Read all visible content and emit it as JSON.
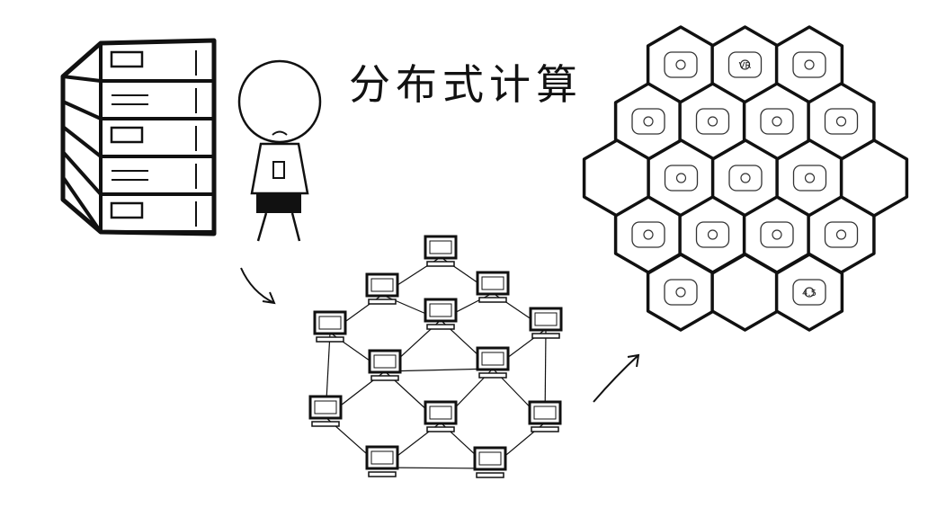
{
  "title": "分布式计算",
  "colors": {
    "ink": "#111111",
    "background": "#ffffff"
  },
  "sections": {
    "server": "server-rack-icon",
    "person": "person-with-phone-icon",
    "network": "peer-to-peer-computer-network",
    "devices": "wearable-device-hexagon-grid"
  },
  "devices": [
    {
      "icon": "smart-glasses-icon"
    },
    {
      "icon": "vr-headset-icon",
      "label": "VR"
    },
    {
      "icon": "action-camera-icon"
    },
    {
      "icon": "fitness-band-icon"
    },
    {
      "icon": "clip-tracker-icon"
    },
    {
      "icon": "bluetooth-headset-icon"
    },
    {
      "icon": "sport-glasses-icon"
    },
    {
      "icon": "empty"
    },
    {
      "icon": "earbuds-icon"
    },
    {
      "icon": "smart-shirt-icon"
    },
    {
      "icon": "laptop-icon"
    },
    {
      "icon": "empty"
    },
    {
      "icon": "smart-backpack-icon"
    },
    {
      "icon": "smartphone-icon"
    },
    {
      "icon": "smart-glove-icon"
    },
    {
      "icon": "robot-icon"
    },
    {
      "icon": "smart-socks-icon"
    },
    {
      "icon": "empty"
    },
    {
      "icon": "glucose-meter-icon",
      "label": "4.5"
    }
  ]
}
